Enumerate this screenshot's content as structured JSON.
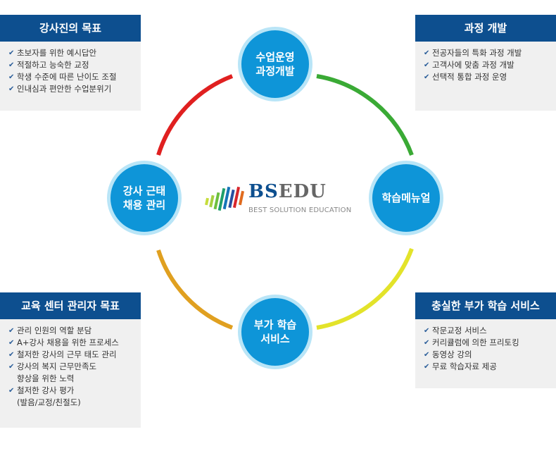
{
  "panels": {
    "top_left": {
      "title": "강사진의 목표",
      "items": [
        "초보자를 위한 예시답안",
        "적절하고 능숙한 교정",
        "학생 수준에 따른 난이도 조절",
        "인내심과 편안한 수업분위기"
      ]
    },
    "top_right": {
      "title": "과정 개발",
      "items": [
        "전공자들의 특화 과정 개발",
        "고객사에 맞춤 과정 개발",
        "선택적 통합 과정 운영"
      ]
    },
    "bottom_left": {
      "title": "교육 센터 관리자 목표",
      "items": [
        "관리 인원의 역할 분담",
        "A+강사 채용을 위한 프로세스",
        "철저한 강사의 근무 태도 관리",
        "강사의 복지 근무만족도",
        "향상을 위한 노력",
        "철저한 강사 평가",
        "(발음/교정/친절도)"
      ]
    },
    "bottom_right": {
      "title": "충실한 부가 학습 서비스",
      "items": [
        "작문교정 서비스",
        "커리큘럼에 의한 프리토킹",
        "동영상 강의",
        "무료 학습자료 제공"
      ]
    }
  },
  "nodes": {
    "top": {
      "line1": "수업운영",
      "line2": "과정개발"
    },
    "left": {
      "line1": "강사 근태",
      "line2": "채용 관리"
    },
    "right": {
      "line1": "학습메뉴얼",
      "line2": ""
    },
    "bottom": {
      "line1": "부가 학습",
      "line2": "서비스"
    }
  },
  "logo": {
    "brand_bs": "BS",
    "brand_edu": "EDU",
    "tagline": "BEST SOLUTION EDUCATION"
  },
  "colors": {
    "header": "#0d4f8f",
    "node": "#0e95d8",
    "arc_red": "#e02020",
    "arc_green": "#3aaa35",
    "arc_yellow": "#e3e32a",
    "arc_orange": "#e0a020"
  }
}
